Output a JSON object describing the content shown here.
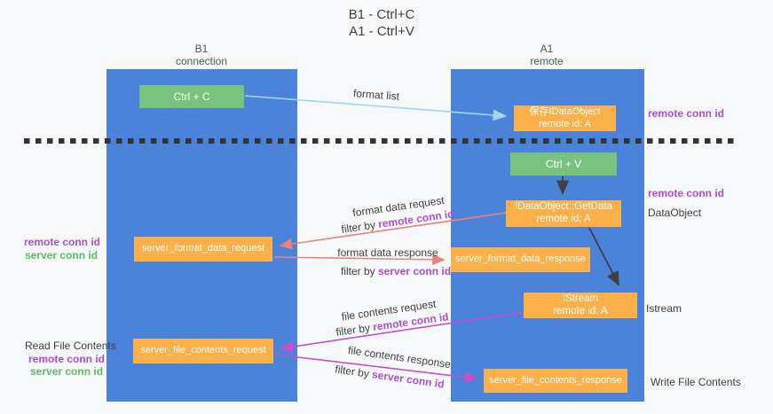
{
  "title": {
    "line1": "B1 - Ctrl+C",
    "line2": "A1 - Ctrl+V"
  },
  "lanes": {
    "left": {
      "title": "B1",
      "subtitle": "connection"
    },
    "right": {
      "title": "A1",
      "subtitle": "remote"
    }
  },
  "nodes": {
    "ctrl_c": "Ctrl + C",
    "ctrl_v": "Ctrl + V",
    "save_dataobject": {
      "line1": "保存IDataObject",
      "line2": "remote id: A"
    },
    "getdata": {
      "line1": "IDataObject::GetData",
      "line2": "remote id: A"
    },
    "istream": {
      "line1": "IStream",
      "line2": "remote id: A"
    },
    "server_format_data_request": "server_format_data_request",
    "server_format_data_response": "server_format_data_response",
    "server_file_contents_request": "server_file_contents_request",
    "server_file_contents_response": "server_file_contents_response"
  },
  "edge_labels": {
    "format_list": "format list",
    "format_data_request": "format data request",
    "format_data_response": "format data response",
    "file_contents_request": "file contents request",
    "file_contents_response": "file contents response",
    "filter_by": "filter by ",
    "remote_conn_id": "remote conn id",
    "server_conn_id": "server conn id"
  },
  "side_labels": {
    "right_remote_conn_id_1": "remote conn id",
    "right_remote_conn_id_2": "remote conn id",
    "dataobject": "DataObject",
    "istream": "Istream",
    "write_file_contents": "Write File Contents",
    "left_remote_conn_id_1": "remote conn id",
    "left_server_conn_id_1": "server conn id",
    "read_file_contents": "Read File Contents",
    "left_remote_conn_id_2": "remote conn id",
    "left_server_conn_id_2": "server conn id"
  },
  "colors": {
    "background": "#f7f8f9",
    "lane_fill": "#4a83d9",
    "green_node": "#77c37c",
    "orange_node": "#fbb049",
    "purple_text": "#a94fd0",
    "green_text": "#5eb964",
    "arrow_blue": "#a6d5f2",
    "arrow_black": "#404040",
    "arrow_salmon": "#e8827c",
    "arrow_magenta": "#c84fc8",
    "dash_line": "#333333"
  }
}
